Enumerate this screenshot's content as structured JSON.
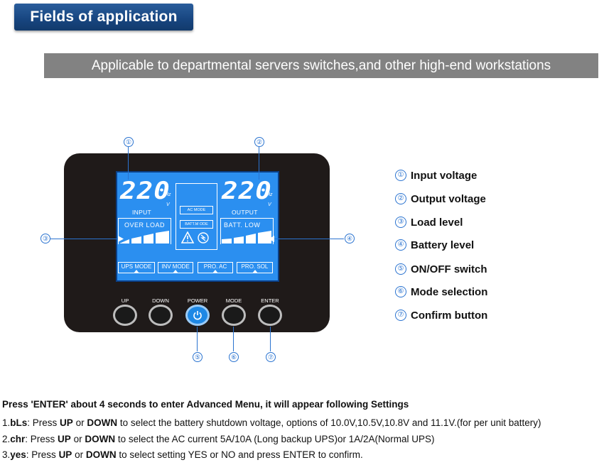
{
  "header": {
    "title": "Fields of application"
  },
  "banner": {
    "text": "Applicable to departmental servers switches,and other high-end workstations"
  },
  "lcd": {
    "input_value": "220",
    "output_value": "220",
    "unit_hz": "Hz",
    "unit_v": "V",
    "input_label": "INPUT",
    "output_label": "OUTPUT",
    "over_load": "OVER  LOAD",
    "batt_low": "BATT.  LOW",
    "ac_mode": "AC MODE",
    "batt_mode": "BATT.M ODE",
    "modes": [
      "UPS MODE",
      "INV MODE",
      "PRO. AC",
      "PRO. SOL"
    ]
  },
  "buttons": {
    "up": "UP",
    "down": "DOWN",
    "power": "POWER",
    "mode": "MODE",
    "enter": "ENTER"
  },
  "callouts": [
    "①",
    "②",
    "③",
    "④",
    "⑤",
    "⑥",
    "⑦"
  ],
  "legend": [
    {
      "num": "①",
      "label": "Input voltage"
    },
    {
      "num": "②",
      "label": "Output voltage"
    },
    {
      "num": "③",
      "label": "Load level"
    },
    {
      "num": "④",
      "label": "Battery level"
    },
    {
      "num": "⑤",
      "label": "ON/OFF switch"
    },
    {
      "num": "⑥",
      "label": "Mode selection"
    },
    {
      "num": "⑦",
      "label": "Confirm button"
    }
  ],
  "menu": {
    "title": "Press 'ENTER' about 4 seconds to enter Advanced Menu, it will appear following Settings",
    "items": [
      {
        "prefix": "1.",
        "code": "bLs",
        "sep": ":  Press ",
        "up": "UP",
        "or": " or ",
        "down": "DOWN",
        "rest": " to select the battery shutdown voltage, options of 10.0V,10.5V,10.8V and 11.1V.(for per unit battery)"
      },
      {
        "prefix": "2.",
        "code": "chr",
        "sep": ":   Press ",
        "up": "UP",
        "or": " or ",
        "down": "DOWN",
        "rest": " to select the AC current 5A/10A (Long backup UPS)or 1A/2A(Normal UPS)"
      },
      {
        "prefix": "3.",
        "code": "yes",
        "sep": ":  Press ",
        "up": "UP",
        "or": " or ",
        "down": "DOWN",
        "rest": " to select setting YES or NO and press ENTER to confirm."
      }
    ]
  }
}
